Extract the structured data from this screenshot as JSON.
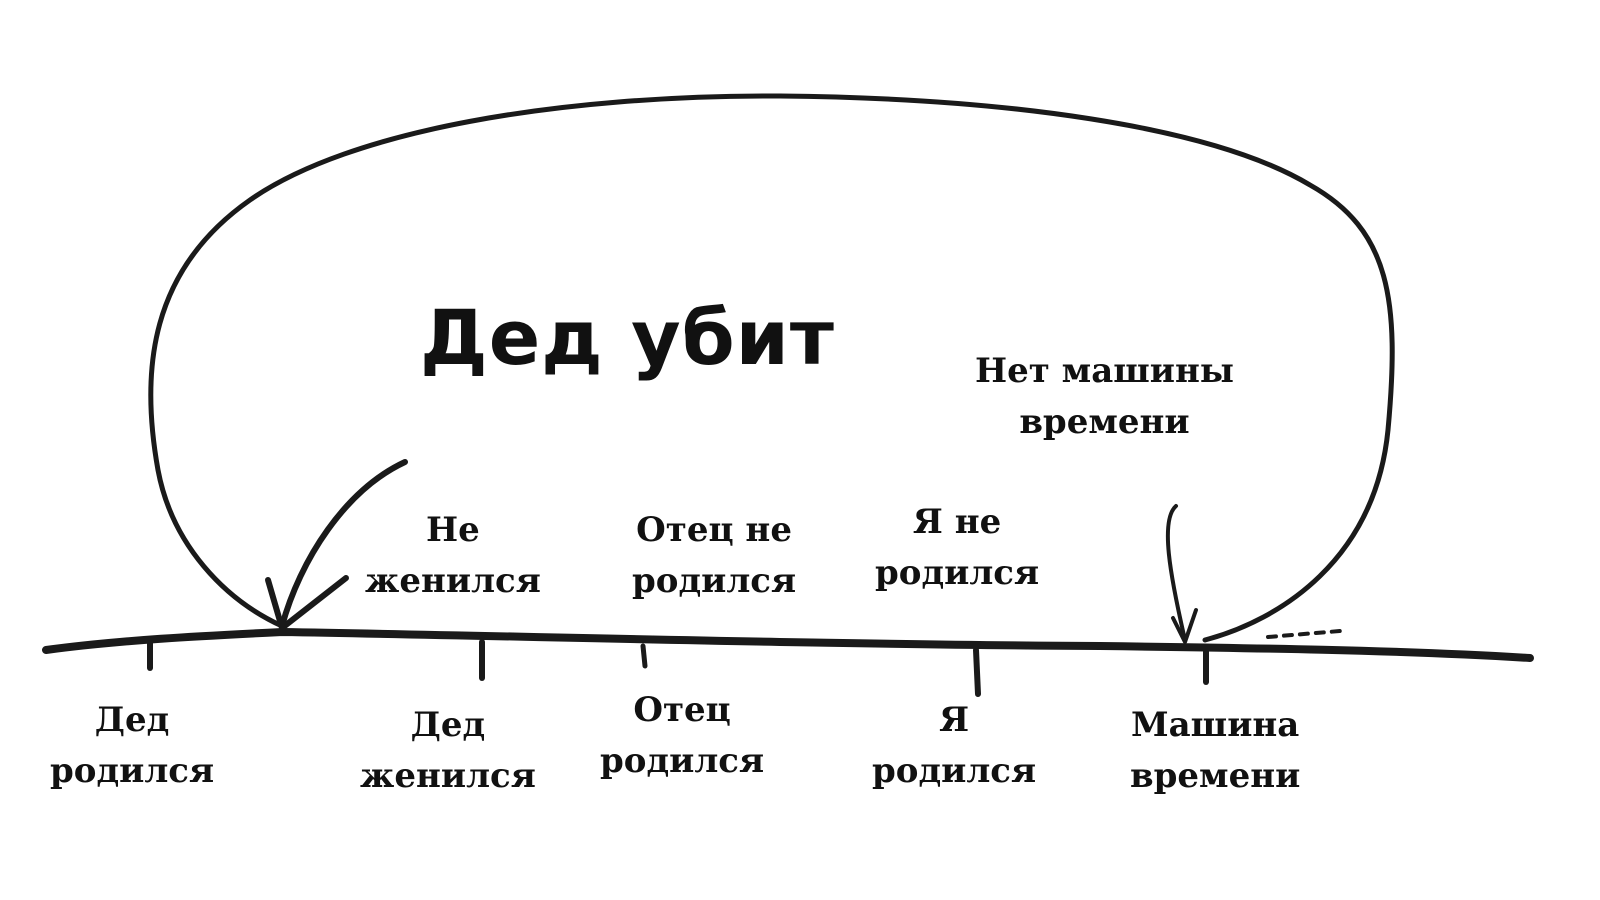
{
  "diagram": {
    "title": "Дед убит",
    "no_machine": [
      "Нет машины",
      "времени"
    ],
    "above_line": [
      [
        "Не",
        "женился"
      ],
      [
        "Отец не",
        "родился"
      ],
      [
        "Я не",
        "родился"
      ]
    ],
    "events": [
      [
        "Дед",
        "родился"
      ],
      [
        "Дед",
        "женился"
      ],
      [
        "Отец",
        "родился"
      ],
      [
        "Я",
        "родился"
      ],
      [
        "Машина",
        "времени"
      ]
    ]
  }
}
